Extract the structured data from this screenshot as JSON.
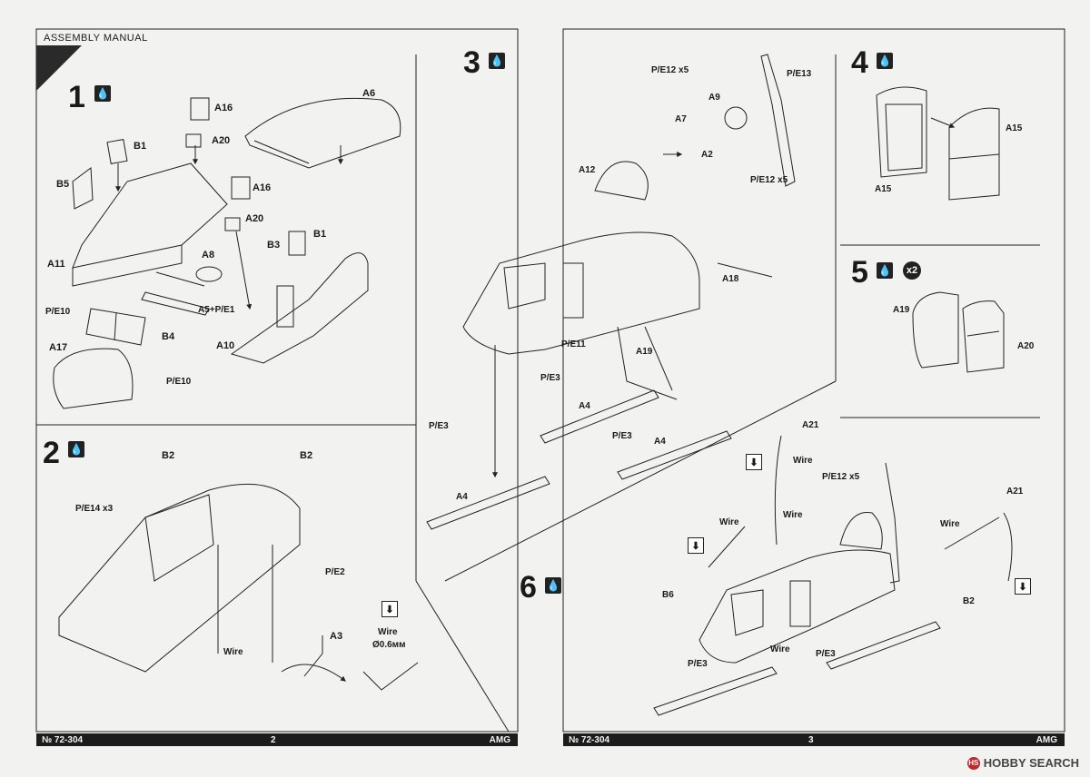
{
  "header": {
    "title": "ASSEMBLY MANUAL"
  },
  "steps": [
    {
      "num": "1",
      "icon": "glue-drop-icon"
    },
    {
      "num": "2",
      "icon": "glue-drop-icon"
    },
    {
      "num": "3",
      "icon": "glue-drop-icon"
    },
    {
      "num": "4",
      "icon": "glue-drop-icon"
    },
    {
      "num": "5",
      "icon": "glue-drop-icon",
      "repeat": "x2"
    },
    {
      "num": "6",
      "icon": "glue-drop-icon"
    }
  ],
  "labels": {
    "s1": [
      "A16",
      "A20",
      "B1",
      "B5",
      "A16",
      "A20",
      "B3",
      "B1",
      "A11",
      "A8",
      "A5+P/E1",
      "P/E10",
      "B4",
      "A17",
      "A10",
      "P/E10",
      "A6"
    ],
    "s2": [
      "B2",
      "B2",
      "P/E14 x3",
      "P/E2",
      "A3",
      "Wire",
      "Wire",
      "Ø0.6мм"
    ],
    "s3": [
      "P/E12 x5",
      "P/E13",
      "A9",
      "A7",
      "A2",
      "P/E12 x5",
      "A12",
      "A18",
      "P/E11",
      "A19",
      "P/E3",
      "A4",
      "P/E3",
      "A4",
      "P/E3",
      "A4"
    ],
    "s4": [
      "A15",
      "A15"
    ],
    "s5": [
      "A19",
      "A20"
    ],
    "s6": [
      "A21",
      "Wire",
      "P/E12 x5",
      "Wire",
      "A21",
      "Wire",
      "Wire",
      "B2",
      "B6",
      "Wire",
      "P/E3",
      "P/E3"
    ]
  },
  "footer_left": {
    "code": "№ 72-304",
    "page": "2",
    "brand": "AMG"
  },
  "footer_right": {
    "code": "№ 72-304",
    "page": "3",
    "brand": "AMG"
  },
  "watermark": {
    "logo_text": "HS",
    "text": "HOBBY SEARCH"
  }
}
